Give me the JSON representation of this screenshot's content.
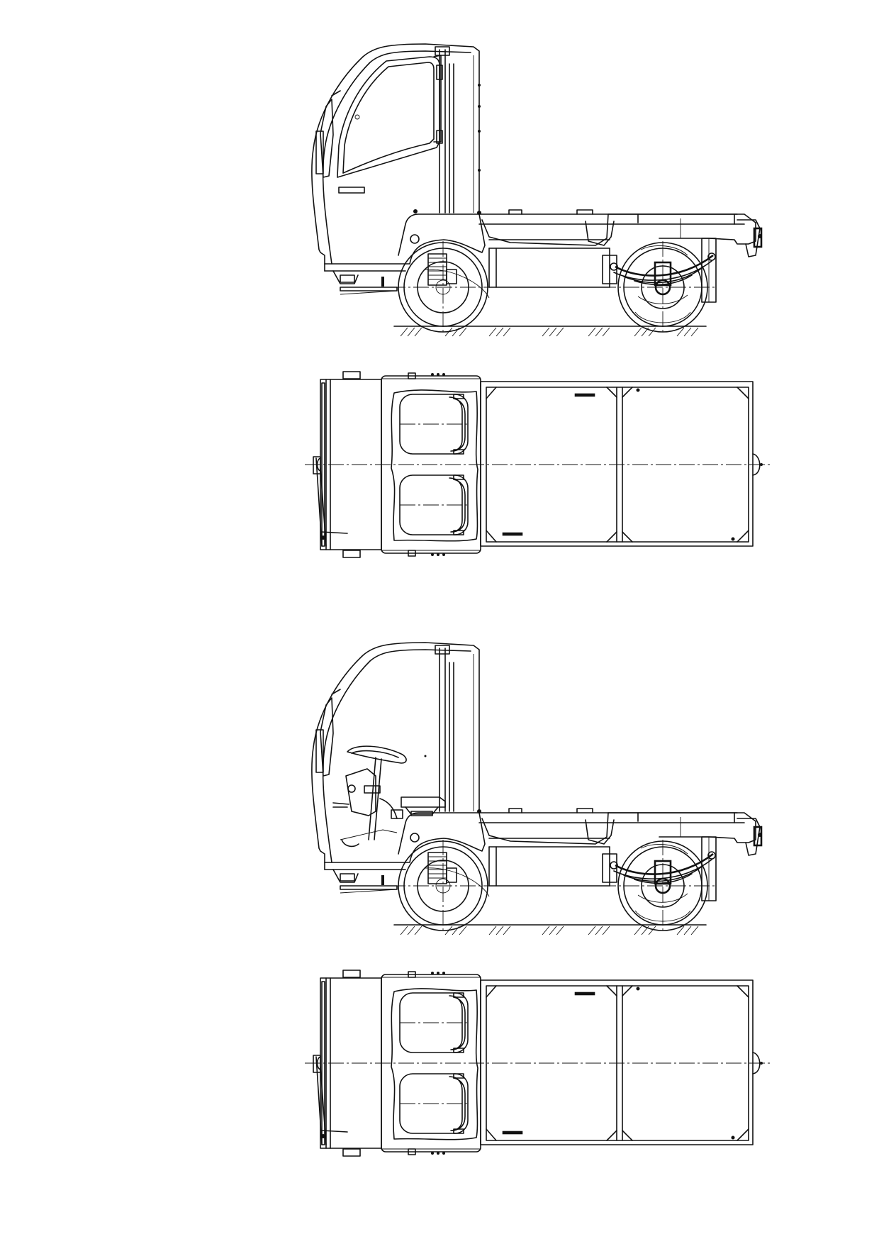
{
  "drawing": {
    "ink_color": "#111111",
    "paper_color": "#ffffff",
    "views": [
      {
        "id": "side-view-closed",
        "kind": "side",
        "cabin": "door-closed"
      },
      {
        "id": "top-view-1",
        "kind": "top"
      },
      {
        "id": "side-view-interior",
        "kind": "side",
        "cabin": "interior-visible"
      },
      {
        "id": "top-view-2",
        "kind": "top"
      }
    ]
  }
}
